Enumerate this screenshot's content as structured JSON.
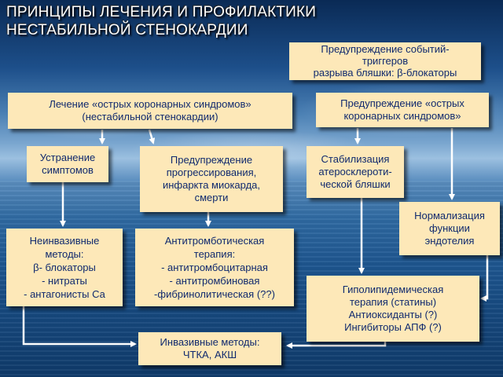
{
  "title": {
    "line1": "ПРИНЦИПЫ ЛЕЧЕНИЯ И ПРОФИЛАКТИКИ",
    "line2": "НЕСТАБИЛЬНОЙ СТЕНОКАРДИИ"
  },
  "boxes": {
    "trigger_prevention": [
      "Предупреждение событий-",
      "триггеров",
      "разрыва бляшки: β-блокаторы"
    ],
    "acute_treatment": [
      "Лечение «острых коронарных синдромов»",
      "(нестабильной стенокардии)"
    ],
    "acute_prevention": [
      "Предупреждение «острых",
      "коронарных синдромов»"
    ],
    "symptom_relief": [
      "Устранение",
      "симптомов"
    ],
    "progression_prevention": [
      "Предупреждение",
      "прогрессирования,",
      "инфаркта миокарда,",
      "смерти"
    ],
    "plaque_stabilization": [
      "Стабилизация",
      "атеросклероти-",
      "ческой бляшки"
    ],
    "endothelium": [
      "Нормализация",
      "функции",
      "эндотелия"
    ],
    "noninvasive": [
      "Неинвазивные",
      "методы:",
      "β- блокаторы",
      "- нитраты",
      "- антагонисты Са"
    ],
    "antithrombotic": [
      "Антитромботическая",
      "терапия:",
      "- антитромбоцитарная",
      "- антитромбиновая",
      "-фибринолитическая (??)"
    ],
    "lipid_lowering": [
      "Гиполипидемическая",
      "терапия (статины)",
      "Антиоксиданты (?)",
      "Ингибиторы АПФ (?)"
    ],
    "invasive": [
      "Инвазивные методы:",
      "ЧТКА, АКШ"
    ]
  },
  "colors": {
    "box_fill": "#fde8b8",
    "box_text": "#102a6e",
    "title_text": "#ffffff",
    "arrow": "#ffffff"
  }
}
